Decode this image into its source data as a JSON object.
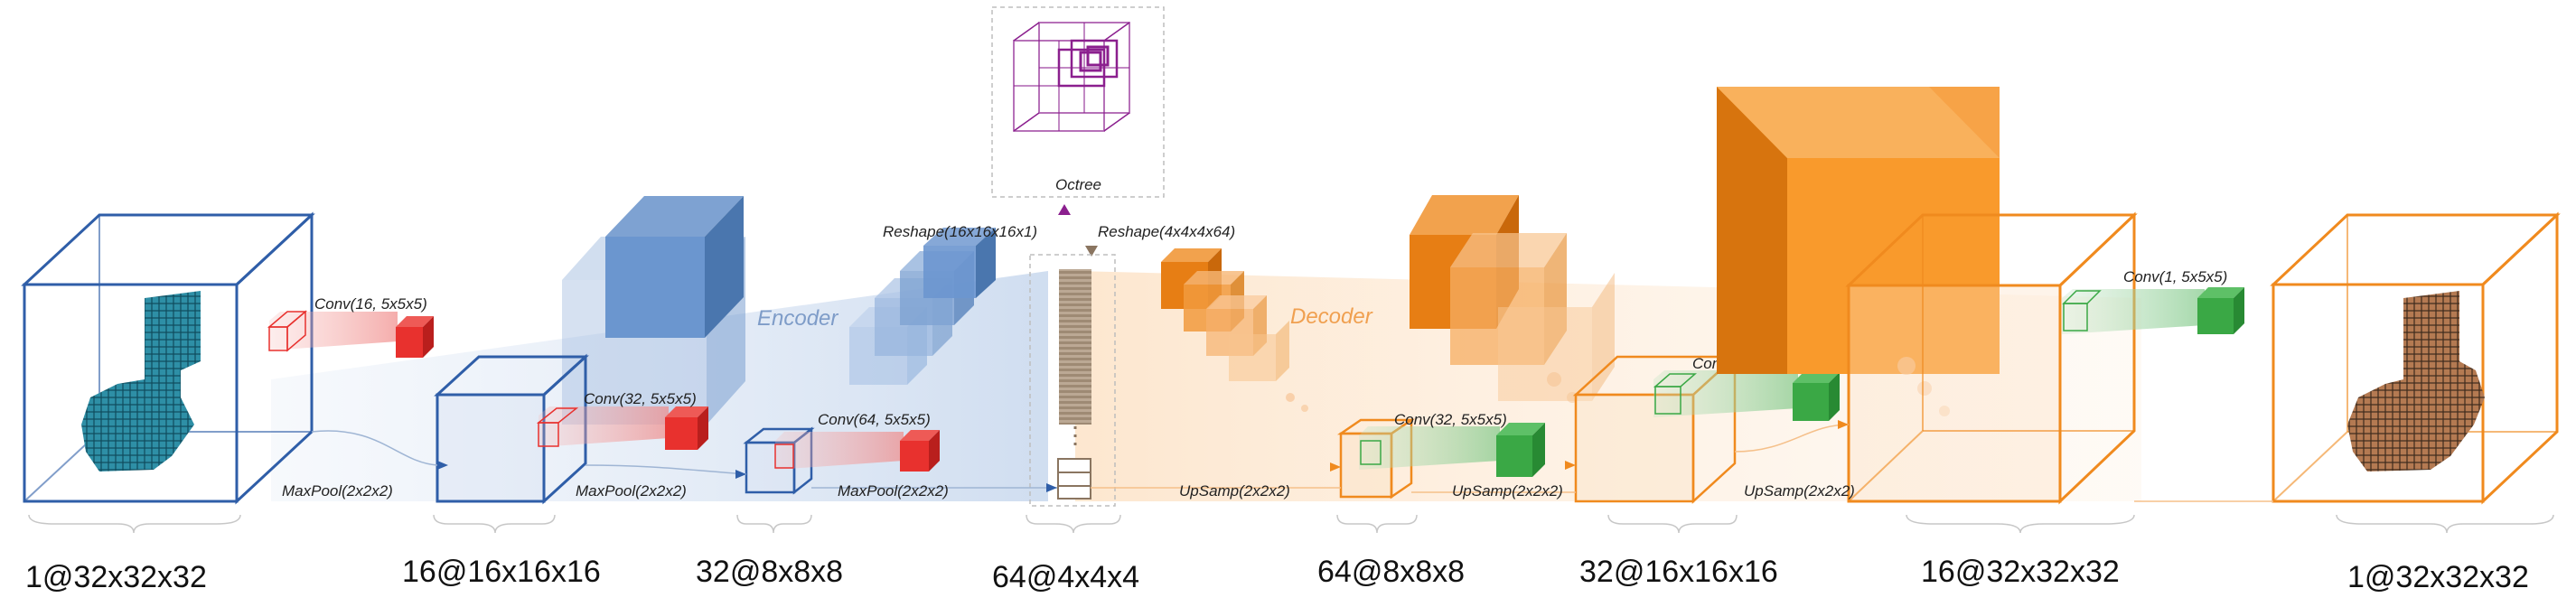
{
  "encoder_label": "Encoder",
  "decoder_label": "Decoder",
  "octree_label": "Octree",
  "ops": {
    "conv1": "Conv(16, 5x5x5)",
    "conv2": "Conv(32, 5x5x5)",
    "conv3": "Conv(64, 5x5x5)",
    "maxpool1": "MaxPool(2x2x2)",
    "maxpool2": "MaxPool(2x2x2)",
    "maxpool3": "MaxPool(2x2x2)",
    "reshape_enc": "Reshape(16x16x16x1)",
    "reshape_dec": "Reshape(4x4x4x64)",
    "upsamp1": "UpSamp(2x2x2)",
    "upsamp2": "UpSamp(2x2x2)",
    "upsamp3": "UpSamp(2x2x2)",
    "dconv1": "Conv(32, 5x5x5)",
    "dconv2": "Conv(16, 5x5x5)",
    "dconv3": "Conv(1, 5x5x5)"
  },
  "dims": [
    "1@32x32x32",
    "16@16x16x16",
    "32@8x8x8",
    "64@4x4x4",
    "64@8x8x8",
    "32@16x16x16",
    "16@32x32x32",
    "1@32x32x32"
  ],
  "colors": {
    "encoder_blue": "#2f5ea8",
    "encoder_fill": "#6b96cf",
    "decoder_orange": "#f08a1e",
    "decoder_fill": "#f7a347",
    "conv_red": "#e8312e",
    "conv_green": "#3aa845",
    "octree_purple": "#8b1f8e",
    "latent_brown": "#8a7560",
    "voxel_cyan": "#2e8fa6",
    "voxel_copper": "#b47a52"
  }
}
